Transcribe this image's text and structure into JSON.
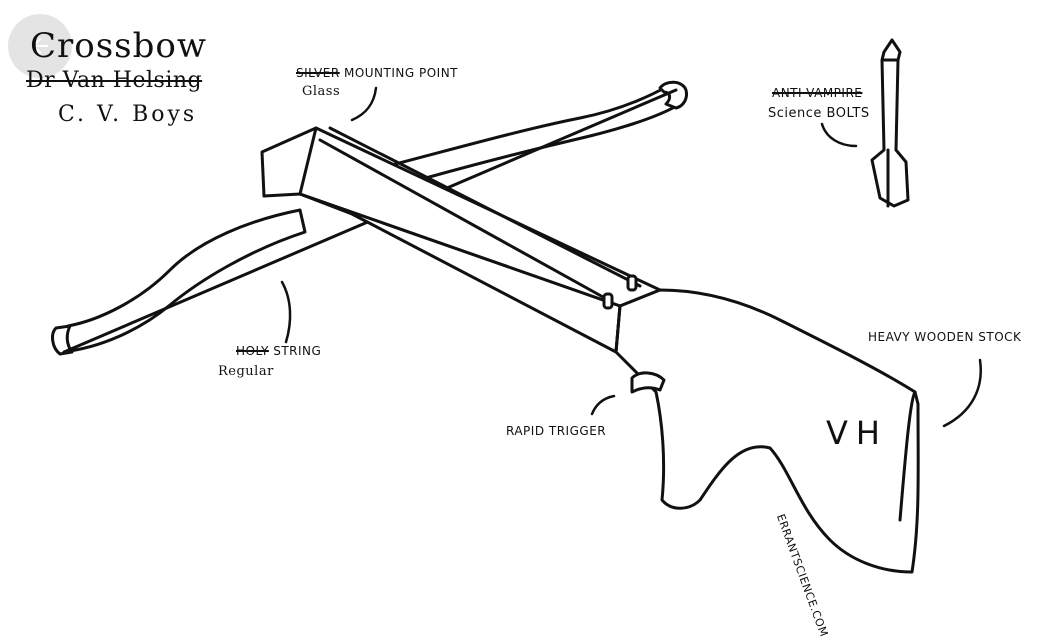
{
  "ui": {
    "back_button_icon": "back-arrow-icon",
    "back_button_color": "#e4e4e4"
  },
  "drawing": {
    "title": "Crossbow",
    "owner_struck": "Dr Van Helsing",
    "maker": "C. V. Boys",
    "mounting_struck": "Silver",
    "mounting_rest": " mounting point",
    "mounting_replacement": "Glass",
    "bolts_struck": "Anti-vampire",
    "bolts_replacement": "Science BOLTS",
    "stock_label": "Heavy wooden stock",
    "string_struck": "Holy",
    "string_rest": " string",
    "string_replacement": "Regular",
    "trigger_label": "Rapid trigger",
    "monogram": "VH",
    "credit": "ERRANTSCIENCE.COM"
  }
}
